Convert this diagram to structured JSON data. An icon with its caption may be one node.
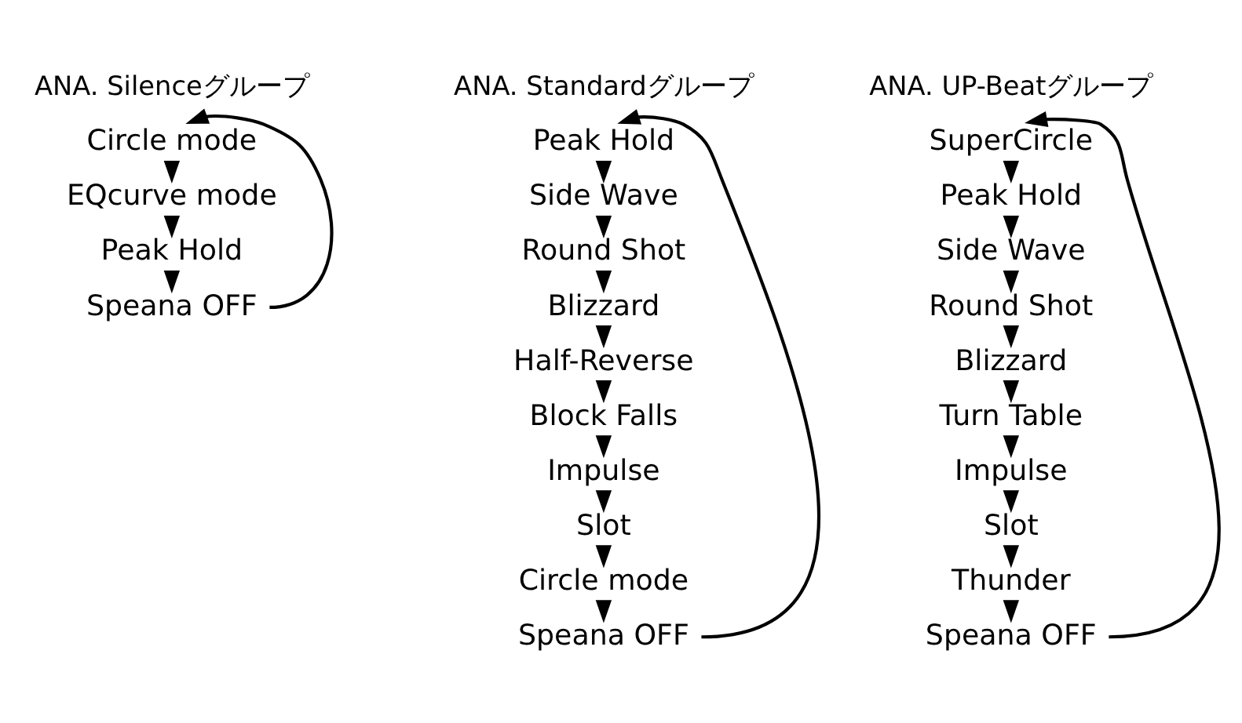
{
  "diagram": {
    "nodes": [
      {
        "text": [
          "Circle mode"
        ]
      },
      {
        "text": [
          "EQcurve mode"
        ]
      },
      {
        "text": [
          "Peak Hold"
        ]
      },
      {
        "text": [
          "Speana OFF"
        ]
      },
      {
        "text": [
          "Peak Hold"
        ]
      },
      {
        "text": [
          "Side Wave"
        ]
      },
      {
        "text": [
          "Round Shot"
        ]
      },
      {
        "text": [
          "Blizzard"
        ]
      },
      {
        "text": [
          "Half-Reverse"
        ]
      },
      {
        "text": [
          "Block Falls"
        ]
      },
      {
        "text": [
          "Impulse"
        ]
      },
      {
        "text": [
          "Slot"
        ]
      },
      {
        "text": [
          "Circle mode"
        ]
      },
      {
        "text": [
          "Speana OFF"
        ]
      },
      {
        "text": [
          "SuperCircle"
        ]
      },
      {
        "text": [
          "Peak Hold"
        ]
      },
      {
        "text": [
          "Side Wave"
        ]
      },
      {
        "text": [
          "Round Shot"
        ]
      },
      {
        "text": [
          "Blizzard"
        ]
      },
      {
        "text": [
          "Turn Table"
        ]
      },
      {
        "text": [
          "Impulse"
        ]
      },
      {
        "text": [
          "Slot"
        ]
      },
      {
        "text": [
          "Thunder"
        ]
      },
      {
        "text": [
          "Speana OFF"
        ]
      }
    ],
    "edges": [
      {
        "from": 0,
        "to": 1,
        "arrow": "to"
      },
      {
        "from": 1,
        "to": 2,
        "arrow": "to"
      },
      {
        "from": 2,
        "to": 3,
        "arrow": "to"
      },
      {
        "from": 3,
        "to": 0,
        "arrow": "to"
      },
      {
        "from": 4,
        "to": 5,
        "arrow": "to"
      },
      {
        "from": 5,
        "to": 6,
        "arrow": "to"
      },
      {
        "from": 6,
        "to": 7,
        "arrow": "to"
      },
      {
        "from": 7,
        "to": 8,
        "arrow": "to"
      },
      {
        "from": 8,
        "to": 9,
        "arrow": "to"
      },
      {
        "from": 9,
        "to": 10,
        "arrow": "to"
      },
      {
        "from": 10,
        "to": 11,
        "arrow": "to"
      },
      {
        "from": 11,
        "to": 12,
        "arrow": "to"
      },
      {
        "from": 12,
        "to": 13,
        "arrow": "to"
      },
      {
        "from": 13,
        "to": 4,
        "arrow": "to"
      },
      {
        "from": 14,
        "to": 15,
        "arrow": "to"
      },
      {
        "from": 15,
        "to": 16,
        "arrow": "to"
      },
      {
        "from": 16,
        "to": 17,
        "arrow": "to"
      },
      {
        "from": 17,
        "to": 18,
        "arrow": "to"
      },
      {
        "from": 18,
        "to": 19,
        "arrow": "to"
      },
      {
        "from": 19,
        "to": 20,
        "arrow": "to"
      },
      {
        "from": 20,
        "to": 21,
        "arrow": "to"
      },
      {
        "from": 21,
        "to": 22,
        "arrow": "to"
      },
      {
        "from": 22,
        "to": 23,
        "arrow": "to"
      },
      {
        "from": 23,
        "to": 14,
        "arrow": "to"
      }
    ],
    "labels": [
      "ANA. Silenceグループ",
      "ANA. Standardグループ",
      "ANA. UP-Beatグループ"
    ]
  }
}
